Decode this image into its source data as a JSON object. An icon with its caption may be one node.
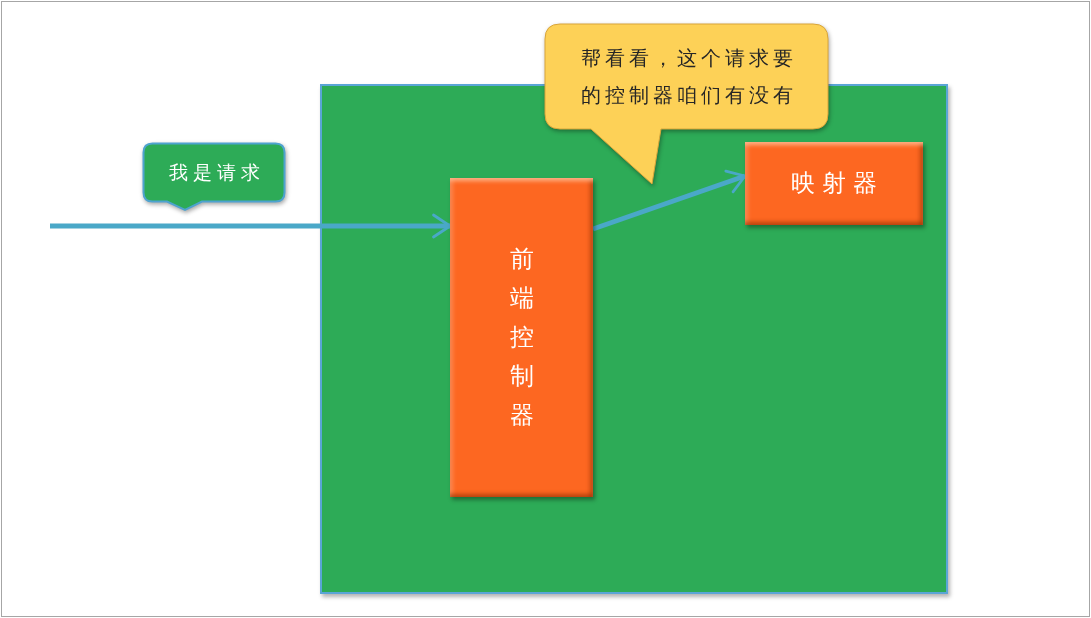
{
  "diagram": {
    "nodes": [
      {
        "text": [],
        "shape": "box"
      },
      {
        "text": [
          "我是请求"
        ]
      },
      {
        "text": [
          "帮看看，这个请求要的控制器咱们有没有"
        ]
      },
      {
        "text": [
          "前端控制器"
        ],
        "in": 0
      },
      {
        "text": [
          "映射器"
        ],
        "in": 0
      }
    ],
    "edges": [
      {
        "from": null,
        "to": 3,
        "arrow": "to"
      },
      {
        "from": 3,
        "to": 4,
        "arrow": "to"
      }
    ]
  }
}
